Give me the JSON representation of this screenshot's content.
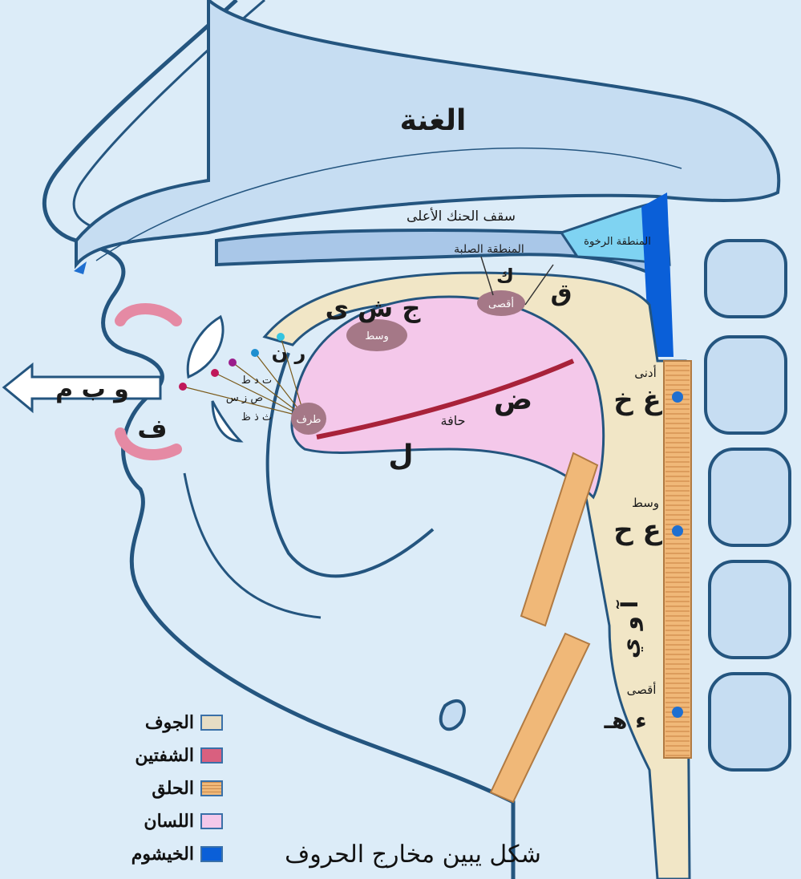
{
  "labels": {
    "nasal": "الغنة",
    "palate_roof": "سقف الحنك الأعلى",
    "hard_region": "المنطقة الصلبة",
    "soft_region": "المنطقة الرخوة",
    "letter_k": "ك",
    "letter_q": "ق",
    "farthest": "أقصى",
    "middle_tongue_letters": "ج ش ى",
    "middle": "وسط",
    "letters_r_n": "ر ن",
    "letters_t_d_t": "ت د ط",
    "letters_s_z_s": "ص ز س",
    "letters_th_dh_z": "ث ذ ظ",
    "tip": "طرف",
    "letter_dad": "ض",
    "edge": "حافة",
    "letter_lam": "ل",
    "lip_letters": "و ب م",
    "letter_f": "ف",
    "throat_near": "أدنى",
    "throat_near_letters": "غ خ",
    "throat_mid": "وسط",
    "throat_mid_letters": "ع ح",
    "jawf_letters": "آ و ي",
    "throat_far": "أقصى",
    "throat_far_letters": "ء هـ"
  },
  "legend": [
    {
      "label": "الجوف",
      "color": "#e6ddc4"
    },
    {
      "label": "الشفتين",
      "color": "#d9607f"
    },
    {
      "label": "الحلق",
      "color": "#f0b878"
    },
    {
      "label": "اللسان",
      "color": "#f4c8ea"
    },
    {
      "label": "الخيشوم",
      "color": "#0a5fd8"
    }
  ],
  "caption": "شكل يبين مخارج الحروف",
  "colors": {
    "outline": "#24557f",
    "skin": "#c6ddf2",
    "nasal_blue": "#0a5fd8",
    "soft_palate": "#7fd3f2",
    "tongue": "#f4c8ea",
    "jawf": "#f1e6c6",
    "throat": "#f0b878",
    "lips": "#e58aa4"
  }
}
